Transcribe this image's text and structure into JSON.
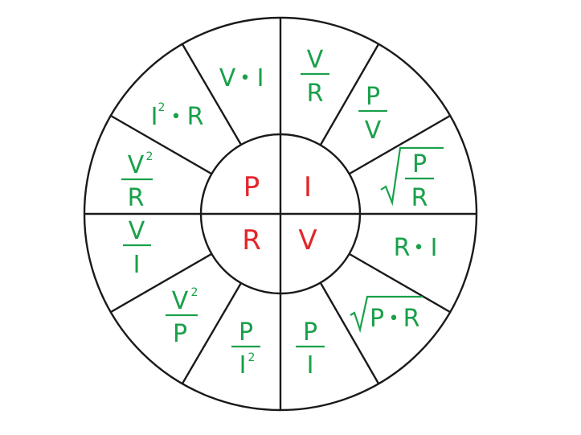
{
  "center": {
    "p": "P",
    "i": "I",
    "r": "R",
    "v": "V"
  },
  "sectors": {
    "current_pr": {
      "num": "P",
      "den": "R",
      "radical": "√"
    },
    "current_pv": {
      "num": "P",
      "den": "V"
    },
    "current_vr": {
      "num": "V",
      "den": "R"
    },
    "power_vi": {
      "a": "V",
      "dot": "•",
      "b": "I"
    },
    "power_i2r": {
      "a": "I",
      "sup": "2",
      "dot": "•",
      "b": "R"
    },
    "power_v2r": {
      "num": "V",
      "sup": "2",
      "den": "R"
    },
    "resistance_vi": {
      "num": "V",
      "den": "I"
    },
    "resistance_v2p": {
      "num": "V",
      "sup": "2",
      "den": "P"
    },
    "resistance_pi2": {
      "num": "P",
      "den": "I",
      "sup": "2"
    },
    "voltage_pi": {
      "num": "P",
      "den": "I"
    },
    "voltage_pr": {
      "radical": "√",
      "a": "P",
      "dot": "•",
      "b": "R"
    },
    "voltage_ri": {
      "a": "R",
      "dot": "•",
      "b": "I"
    }
  },
  "colors": {
    "formula": "#1aa04a",
    "center": "#e2262b",
    "lines": "#1a1a1a"
  }
}
